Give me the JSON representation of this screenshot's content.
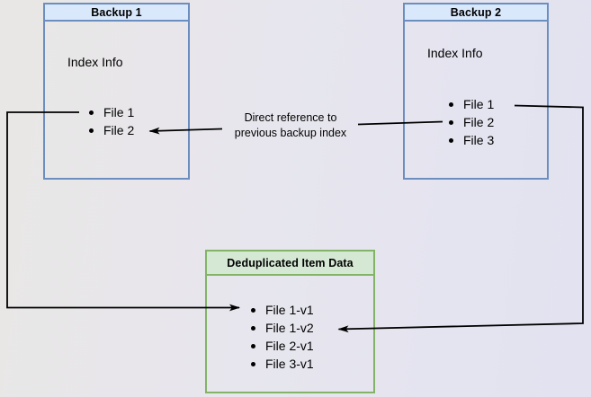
{
  "diagram": {
    "backup1": {
      "title": "Backup 1",
      "section_label": "Index Info",
      "files": [
        "File 1",
        "File 2"
      ]
    },
    "backup2": {
      "title": "Backup 2",
      "section_label": "Index Info",
      "files": [
        "File 1",
        "File 2",
        "File 3"
      ]
    },
    "dedup": {
      "title": "Deduplicated Item Data",
      "files": [
        "File 1-v1",
        "File 1-v2",
        "File 2-v1",
        "File 3-v1"
      ]
    },
    "annotation": {
      "line1": "Direct reference to",
      "line2": "previous backup index"
    },
    "colors": {
      "backup_border": "#6c8ebf",
      "backup_header_fill": "#dae8fc",
      "dedup_border": "#82b366",
      "dedup_header_fill": "#d5e8d4",
      "connector": "#000000",
      "background_left": "#e9e7e5",
      "background_right": "#e2e2f1"
    }
  }
}
